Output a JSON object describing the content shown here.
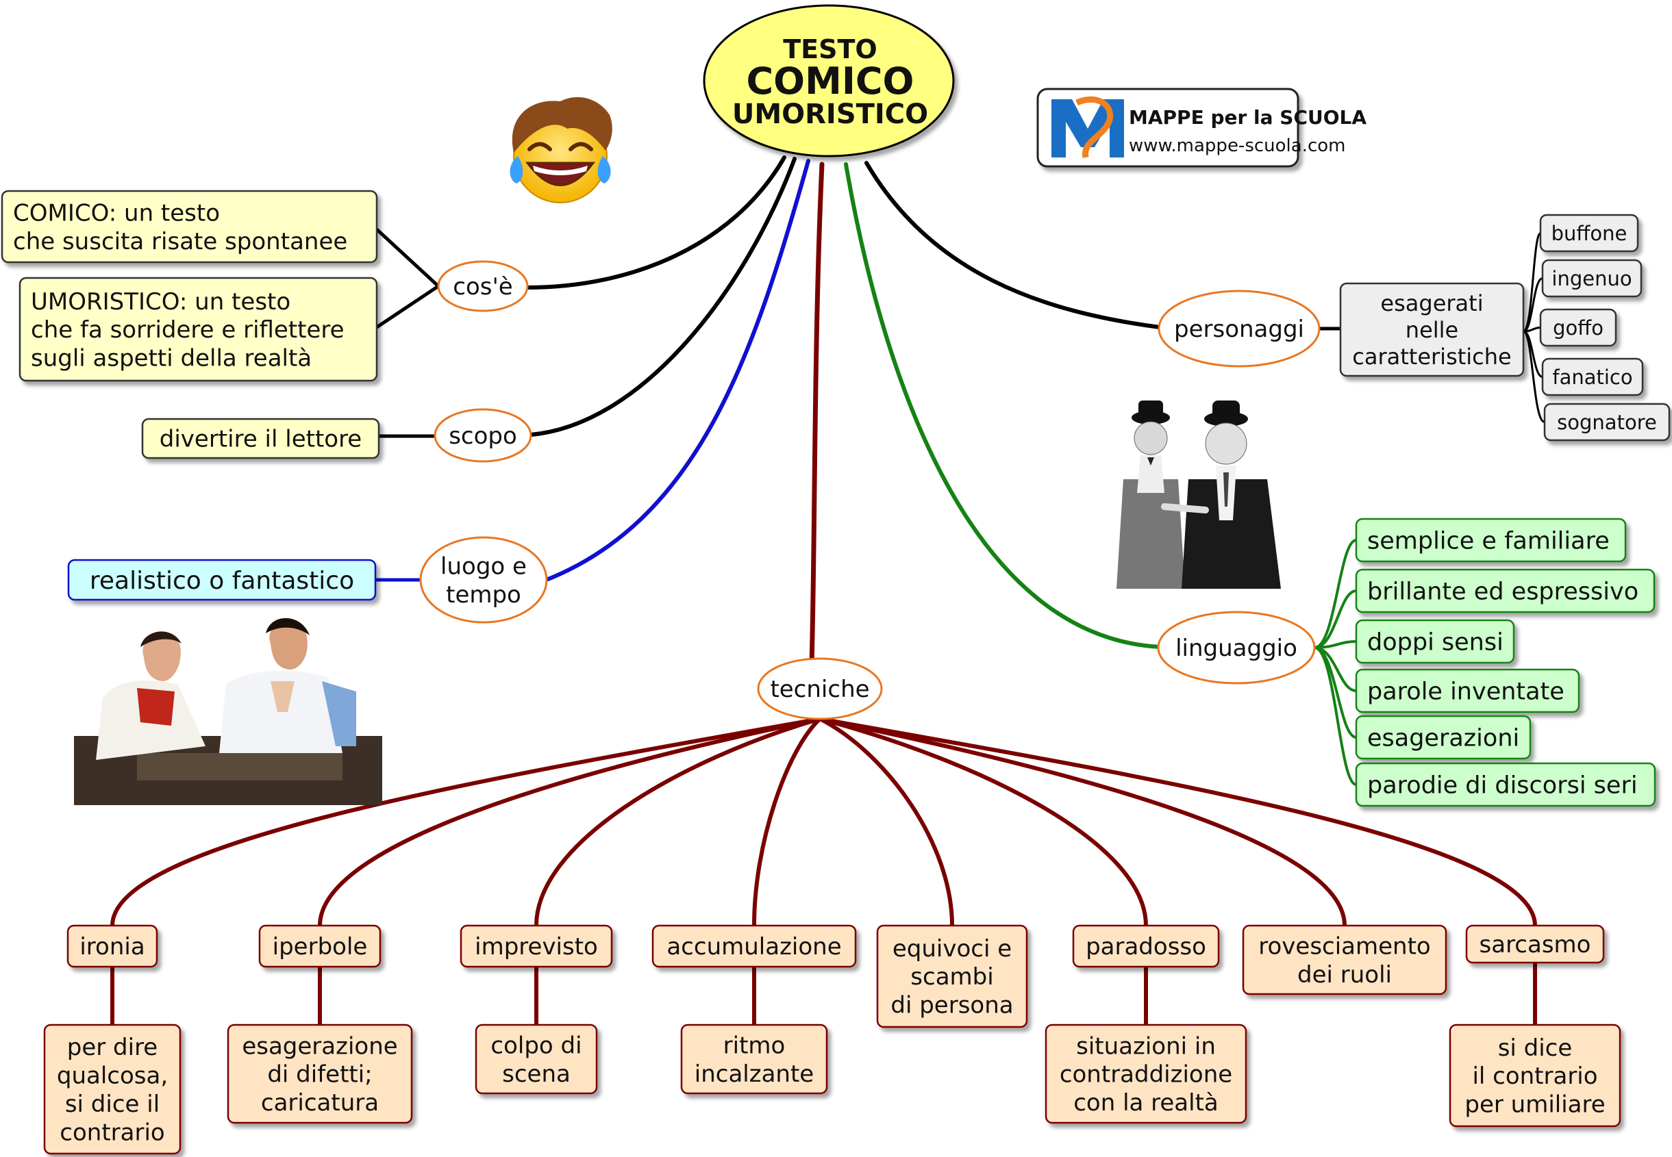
{
  "title": {
    "line1": "TESTO",
    "line2": "COMICO",
    "line3": "UMORISTICO"
  },
  "logo": {
    "mark": "M",
    "name": "MAPPE per la SCUOLA",
    "url": "www.mappe-scuola.com"
  },
  "branches": {
    "cose": {
      "label": "cos'è",
      "leaves": [
        [
          "COMICO: un testo",
          "che suscita risate spontanee"
        ],
        [
          "UMORISTICO: un testo",
          "che fa sorridere e riflettere",
          "sugli aspetti della realtà"
        ]
      ]
    },
    "scopo": {
      "label": "scopo",
      "leaf": "divertire il lettore"
    },
    "luogo": {
      "label": [
        "luogo e",
        "tempo"
      ],
      "leaf": "realistico o fantastico"
    },
    "personaggi": {
      "label": "personaggi",
      "mid": [
        "esagerati",
        "nelle",
        "caratteristiche"
      ],
      "leaves": [
        "buffone",
        "ingenuo",
        "goffo",
        "fanatico",
        "sognatore"
      ]
    },
    "linguaggio": {
      "label": "linguaggio",
      "leaves": [
        "semplice e familiare",
        "brillante ed espressivo",
        "doppi sensi",
        "parole inventate",
        "esagerazioni",
        "parodie di discorsi seri"
      ]
    },
    "tecniche": {
      "label": "tecniche",
      "items": [
        {
          "label": [
            "ironia"
          ],
          "desc": [
            "per dire",
            "qualcosa,",
            "si dice il",
            "contrario"
          ]
        },
        {
          "label": [
            "iperbole"
          ],
          "desc": [
            "esagerazione",
            "di difetti;",
            "caricatura"
          ]
        },
        {
          "label": [
            "imprevisto"
          ],
          "desc": [
            "colpo di",
            "scena"
          ]
        },
        {
          "label": [
            "accumulazione"
          ],
          "desc": [
            "ritmo",
            "incalzante"
          ]
        },
        {
          "label": [
            "equivoci e",
            "scambi",
            "di persona"
          ],
          "desc": []
        },
        {
          "label": [
            "paradosso"
          ],
          "desc": [
            "situazioni in",
            "contraddizione",
            "con la realtà"
          ]
        },
        {
          "label": [
            "rovesciamento",
            "dei ruoli"
          ],
          "desc": []
        },
        {
          "label": [
            "sarcasmo"
          ],
          "desc": [
            "si dice",
            "il contrario",
            "per umiliare"
          ]
        }
      ]
    }
  },
  "images": {
    "emoji": "laughing-boy-emoji-icon",
    "duo_bw": "comedy-duo-photo-icon",
    "duo_color": "film-scene-photo-icon"
  },
  "colors": {
    "title_fill": "#ffff80",
    "orange_stroke": "#e87722",
    "yellow_leaf": "#ffffc8",
    "cyan_leaf": "#ccffff",
    "green_leaf": "#ccffcc",
    "gray_leaf": "#eeeeee",
    "peach_leaf": "#ffe4c4",
    "black_line": "#000000",
    "blue_line": "#1010d0",
    "green_line": "#148214",
    "red_line": "#7a0000"
  }
}
